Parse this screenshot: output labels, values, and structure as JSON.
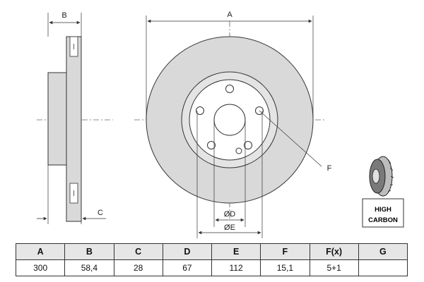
{
  "labels": {
    "side_width": "B",
    "diameter": "A",
    "hub_height": "C",
    "bolt_hole": "F",
    "center_bore": "ØD",
    "bolt_circle": "ØE"
  },
  "badge": {
    "line1": "HIGH",
    "line2": "CARBON",
    "icon": "brake-disc-icon"
  },
  "table": {
    "headers": [
      "A",
      "B",
      "C",
      "D",
      "E",
      "F",
      "F(x)",
      "G"
    ],
    "values": [
      "300",
      "58,4",
      "28",
      "67",
      "112",
      "15,1",
      "5+1",
      ""
    ]
  },
  "colors": {
    "disc_fill": "#d9d9d9",
    "line": "#333333",
    "header_bg": "#e6e6e6"
  }
}
